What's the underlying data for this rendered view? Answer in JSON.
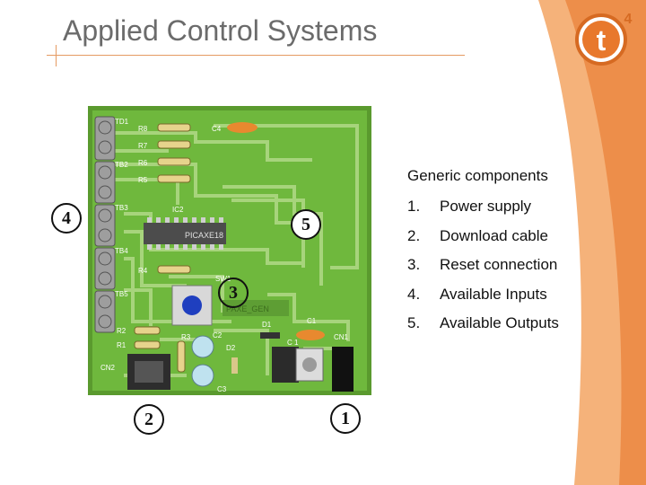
{
  "title": "Applied Control Systems",
  "logo": {
    "letter": "t",
    "superscript": "4"
  },
  "colors": {
    "accent": "#e8782c",
    "board_green": "#6fb83d",
    "trace": "#a7d47c",
    "swoosh": "#f3a463"
  },
  "board": {
    "labels": {
      "td1": "TD1",
      "tb2": "TB2",
      "tb3": "TB3",
      "tb4": "TB4",
      "tb5": "TB5",
      "r8": "R8",
      "r7": "R7",
      "r6": "R6",
      "r5": "R5",
      "r4": "R4",
      "r3": "R3",
      "r2": "R2",
      "r1": "R1",
      "c4": "C4",
      "c3": "C3",
      "c2": "C2",
      "c1": "C1",
      "c1b": "C 1",
      "ic2": "IC2",
      "chip": "PICAXE18",
      "sw1": "SW1",
      "d1": "D1",
      "d2": "D2",
      "cn1": "CN1",
      "cn2": "CN2",
      "silk": "PAXE_GEN"
    }
  },
  "callouts": [
    "4",
    "5",
    "3",
    "2",
    "1"
  ],
  "panel": {
    "heading": "Generic components",
    "items": [
      {
        "num": "1.",
        "text": "Power supply"
      },
      {
        "num": "2.",
        "text": "Download cable"
      },
      {
        "num": "3.",
        "text": "Reset connection"
      },
      {
        "num": "4.",
        "text": "Available Inputs"
      },
      {
        "num": "5.",
        "text": "Available Outputs"
      }
    ]
  }
}
